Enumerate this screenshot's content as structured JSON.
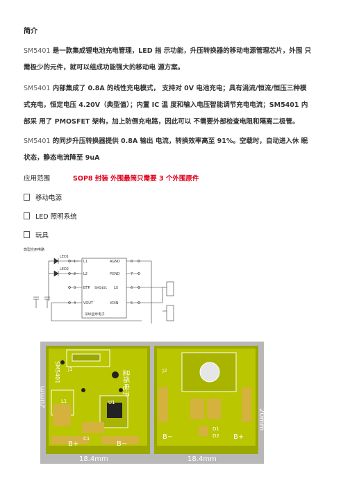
{
  "doc": {
    "title": "简介",
    "para1": [
      {
        "lead": "SM5401",
        "text": " 是一款集成锂电池充电管理，LED 指 示功能，升压转换器的移动电源管理芯片，外围 只"
      },
      {
        "lead": "",
        "text": "需极少的元件，就可以组成功能强大的移动电 源方案。"
      }
    ],
    "para2": [
      {
        "lead": " SM5401",
        "text": " 内部集成了 0.8A 的线性充电模式，  支持对 0V 电池充电；具有涓流/恒流/恒压三种模"
      },
      {
        "lead": "",
        "text": "式充电，恒定电压 4.20V（典型值）；内置 IC 温 度和输入电压智能调节充电电流；SM5401 内"
      },
      {
        "lead": "",
        "text": "部采 用了 PMOSFET 架构，加上防倒充电路，因此可以 不需要外部检查电阻和隔离二极管。"
      }
    ],
    "para3": [
      {
        "lead": "SM5401",
        "text": " 的同步升压转换器提供 0.8A 输出 电流，转换效率高至 91%。空载时，自动进入休 眠"
      },
      {
        "lead": "",
        "text": "状态，静态电流降至 9uA"
      }
    ],
    "app_label": " 应用范围",
    "app_note": "SOP8 封装   外围最简只需要 3 个外围原件",
    "bullets": [
      "移动电源",
      "LED 照明系统",
      "玩具"
    ]
  },
  "schematic": {
    "heading": "典型应用电路",
    "led1": "LED1",
    "led2": "LED2",
    "pins_left": [
      {
        "num": "1",
        "name": "L1"
      },
      {
        "num": "2",
        "name": "L2"
      },
      {
        "num": "3",
        "name": "BTP"
      },
      {
        "num": "4",
        "name": "VOUT"
      }
    ],
    "pins_right": [
      {
        "num": "8",
        "name": "AGND"
      },
      {
        "num": "7",
        "name": "PGND"
      },
      {
        "num": "6",
        "name": "LX"
      },
      {
        "num": "5",
        "name": "VDIN"
      }
    ],
    "chip_name": "SM5401",
    "footer": "深圳呈烁电子"
  },
  "pcb": {
    "left_board": {
      "part_label": "SM5401",
      "brand": "呈烁电子",
      "j1": "J1",
      "l1": "L1",
      "u1": "U1",
      "c1": "C1",
      "b_plus": "B+",
      "b_minus": "B−",
      "height_dim": "20mm",
      "width_dim": "18.4mm"
    },
    "right_board": {
      "j2": "J2",
      "d1": "D1",
      "d2": "D2",
      "b_minus": "B−",
      "b_plus": "B+",
      "height_dim": "20mm",
      "width_dim": "18.4mm"
    }
  }
}
